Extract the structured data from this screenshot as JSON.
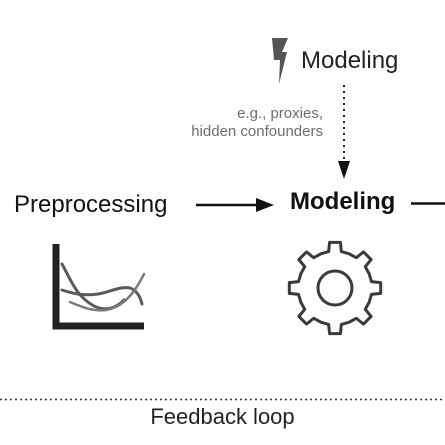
{
  "top_stage": {
    "label": "Modeling",
    "icon": "lightning-bolt-icon"
  },
  "note": {
    "line1": "e.g., proxies,",
    "line2": "hidden confounders"
  },
  "pipeline": {
    "stage1_label": "Preprocessing",
    "stage2_label": "Modeling"
  },
  "icons": {
    "stage1": "line-chart-icon",
    "stage2": "gear-icon"
  },
  "footer": {
    "label": "Feedback loop"
  },
  "colors": {
    "text": "#1a1a1a",
    "note_text": "#6e6e6e",
    "icon_gray": "#4a4a4a",
    "chart_series": "#5a5a5a"
  }
}
